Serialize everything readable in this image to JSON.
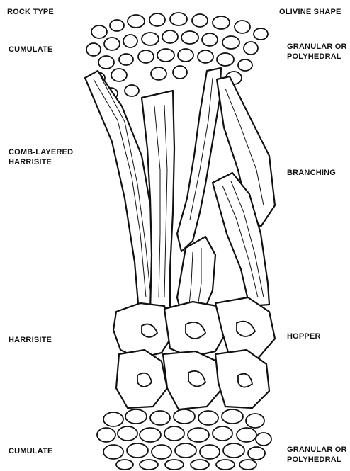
{
  "headers": {
    "rock_type": "ROCK TYPE",
    "olivine_shape": "OLIVINE SHAPE"
  },
  "rows": [
    {
      "rock": "CUMULATE",
      "shape": "GRANULAR OR POLYHEDRAL"
    },
    {
      "rock": "COMB-LAYERED HARRISITE",
      "shape": "BRANCHING"
    },
    {
      "rock": "HARRISITE",
      "shape": "HOPPER"
    },
    {
      "rock": "CUMULATE",
      "shape": "GRANULAR OR POLYHEDRAL"
    }
  ]
}
